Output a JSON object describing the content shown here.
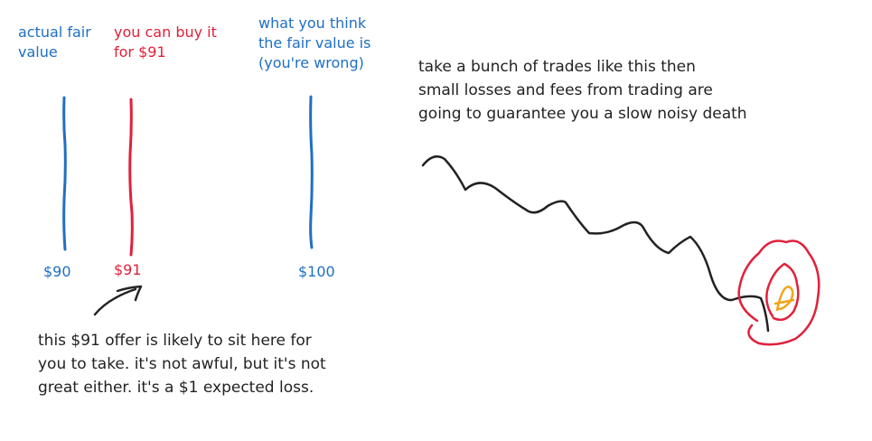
{
  "colors": {
    "blue": "#1f6fc4",
    "red": "#e0213a",
    "dark": "#222222",
    "orange": "#f2a51c"
  },
  "labels": {
    "actual_fair_value": [
      "actual fair",
      "value"
    ],
    "buy_price": [
      "you can buy it",
      "for $91"
    ],
    "think_fair_value": [
      "what you think",
      "the fair value is",
      "(you're wrong)"
    ]
  },
  "price_ticks": {
    "actual": "$90",
    "offer": "$91",
    "think": "$100"
  },
  "notes": {
    "offer_note": [
      "this $91 offer is likely to sit here for",
      "you to take. it's not awful, but it's not",
      "great either.  it's a $1 expected loss."
    ],
    "trades_note": [
      "take a bunch of trades like this then",
      "small losses and fees from trading are",
      "going to guarantee you a slow noisy death"
    ]
  }
}
